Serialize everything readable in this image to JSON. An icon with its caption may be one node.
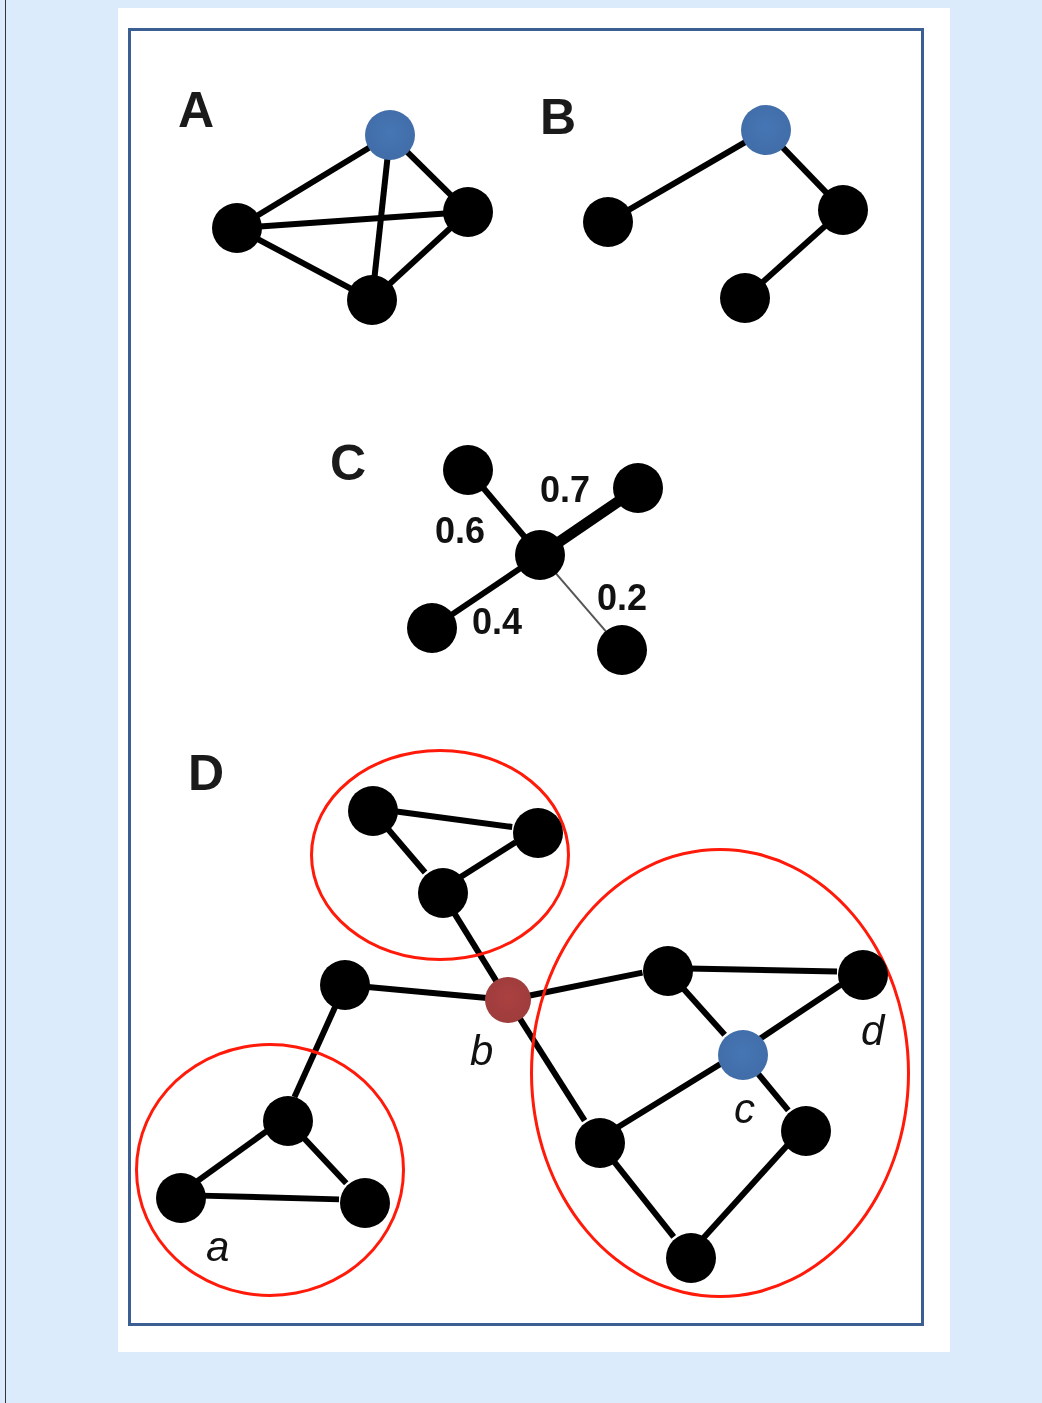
{
  "diagram": {
    "nodes": [
      {
        "text": [],
        "shape": "circle"
      },
      {
        "text": [],
        "shape": "circle"
      },
      {
        "text": [],
        "shape": "circle"
      },
      {
        "text": [],
        "shape": "circle"
      },
      {
        "text": [],
        "shape": "circle"
      },
      {
        "text": [],
        "shape": "circle"
      },
      {
        "text": [],
        "shape": "circle"
      },
      {
        "text": [],
        "shape": "circle"
      },
      {
        "text": [],
        "shape": "circle"
      },
      {
        "text": [],
        "shape": "circle"
      },
      {
        "text": [],
        "shape": "circle"
      },
      {
        "text": [],
        "shape": "circle"
      },
      {
        "text": [],
        "shape": "circle"
      },
      {
        "text": [],
        "shape": "ellipse"
      },
      {
        "text": [],
        "shape": "circle",
        "in": 13
      },
      {
        "text": [],
        "shape": "circle",
        "in": 13
      },
      {
        "text": [],
        "shape": "circle",
        "in": 13
      },
      {
        "text": [],
        "shape": "circle"
      },
      {
        "text": [],
        "shape": "circle",
        "beside": [
          "b"
        ]
      },
      {
        "text": [],
        "shape": "ellipse"
      },
      {
        "text": [],
        "shape": "circle",
        "in": 19
      },
      {
        "text": [],
        "shape": "circle",
        "in": 19,
        "beside": [
          "a"
        ]
      },
      {
        "text": [],
        "shape": "circle",
        "in": 19
      },
      {
        "text": [],
        "shape": "ellipse"
      },
      {
        "text": [],
        "shape": "circle",
        "in": 23
      },
      {
        "text": [],
        "shape": "circle",
        "in": 23,
        "beside": [
          "d"
        ]
      },
      {
        "text": [],
        "shape": "circle",
        "in": 23,
        "beside": [
          "c"
        ]
      },
      {
        "text": [],
        "shape": "circle",
        "in": 23
      },
      {
        "text": [],
        "shape": "circle",
        "in": 23
      },
      {
        "text": [],
        "shape": "circle",
        "in": 23
      }
    ],
    "edges": [
      {
        "from": 0,
        "to": 1,
        "arrow": "none"
      },
      {
        "from": 0,
        "to": 2,
        "arrow": "none"
      },
      {
        "from": 0,
        "to": 3,
        "arrow": "none"
      },
      {
        "from": 1,
        "to": 2,
        "arrow": "none"
      },
      {
        "from": 1,
        "to": 3,
        "arrow": "none"
      },
      {
        "from": 2,
        "to": 3,
        "arrow": "none"
      },
      {
        "from": 4,
        "to": 5,
        "arrow": "none"
      },
      {
        "from": 4,
        "to": 6,
        "arrow": "none"
      },
      {
        "from": 6,
        "to": 7,
        "arrow": "none"
      },
      {
        "from": 8,
        "to": 9,
        "arrow": "none",
        "label": "0.6"
      },
      {
        "from": 8,
        "to": 10,
        "arrow": "none",
        "label": "0.7",
        "style": "thick"
      },
      {
        "from": 8,
        "to": 11,
        "arrow": "none",
        "label": "0.4"
      },
      {
        "from": 8,
        "to": 12,
        "arrow": "none",
        "label": "0.2",
        "color": "#555555"
      },
      {
        "from": 14,
        "to": 15,
        "arrow": "none"
      },
      {
        "from": 14,
        "to": 16,
        "arrow": "none"
      },
      {
        "from": 15,
        "to": 16,
        "arrow": "none"
      },
      {
        "from": 16,
        "to": 18,
        "arrow": "none"
      },
      {
        "from": 17,
        "to": 18,
        "arrow": "none"
      },
      {
        "from": 17,
        "to": 20,
        "arrow": "none"
      },
      {
        "from": 20,
        "to": 21,
        "arrow": "none"
      },
      {
        "from": 20,
        "to": 22,
        "arrow": "none"
      },
      {
        "from": 21,
        "to": 22,
        "arrow": "none"
      },
      {
        "from": 18,
        "to": 24,
        "arrow": "none"
      },
      {
        "from": 18,
        "to": 27,
        "arrow": "none"
      },
      {
        "from": 24,
        "to": 25,
        "arrow": "none"
      },
      {
        "from": 24,
        "to": 26,
        "arrow": "none"
      },
      {
        "from": 25,
        "to": 26,
        "arrow": "none"
      },
      {
        "from": 26,
        "to": 27,
        "arrow": "none"
      },
      {
        "from": 26,
        "to": 28,
        "arrow": "none"
      },
      {
        "from": 28,
        "to": 29,
        "arrow": "none"
      },
      {
        "from": 27,
        "to": 29,
        "arrow": "none"
      }
    ],
    "labels": [
      "A",
      "B",
      "C",
      "D"
    ]
  }
}
